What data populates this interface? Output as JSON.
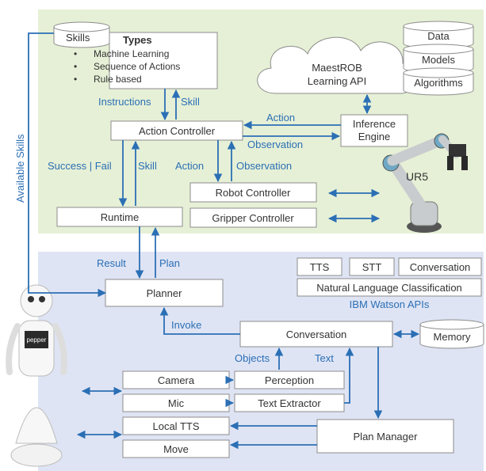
{
  "colors": {
    "top_panel": "#e6f0d6",
    "bottom_panel": "#dfe4f4",
    "arrow": "#2b6fb5",
    "box_border": "#8c8c8c",
    "text": "#333333"
  },
  "skills": {
    "title": "Skills",
    "types_title": "Types",
    "types": [
      "Machine Learning",
      "Sequence of Actions",
      "Rule based"
    ]
  },
  "cloud": {
    "api_label": "MaestROB\nLearning API",
    "stores": [
      "Data",
      "Models",
      "Algorithms"
    ]
  },
  "nodes": {
    "action_controller": "Action Controller",
    "inference_engine": "Inference\nEngine",
    "robot_controller": "Robot Controller",
    "gripper_controller": "Gripper Controller",
    "runtime": "Runtime",
    "planner": "Planner",
    "conversation": "Conversation",
    "memory": "Memory",
    "camera": "Camera",
    "mic": "Mic",
    "local_tts": "Local TTS",
    "move": "Move",
    "perception": "Perception",
    "text_extractor": "Text Extractor",
    "plan_manager": "Plan Manager"
  },
  "watson": {
    "tts": "TTS",
    "stt": "STT",
    "conversation": "Conversation",
    "nlc": "Natural Language Classification",
    "label": "IBM Watson APIs"
  },
  "edge_labels": {
    "available_skills": "Available Skills",
    "instructions": "Instructions",
    "skill_up": "Skill",
    "action_top": "Action",
    "observation_top": "Observation",
    "success_fail": "Success | Fail",
    "skill_left": "Skill",
    "action_mid": "Action",
    "observation_mid": "Observation",
    "result": "Result",
    "plan": "Plan",
    "invoke": "Invoke",
    "objects": "Objects",
    "text": "Text"
  },
  "robots": {
    "ur5": "UR5",
    "pepper_screen": "pepper"
  }
}
